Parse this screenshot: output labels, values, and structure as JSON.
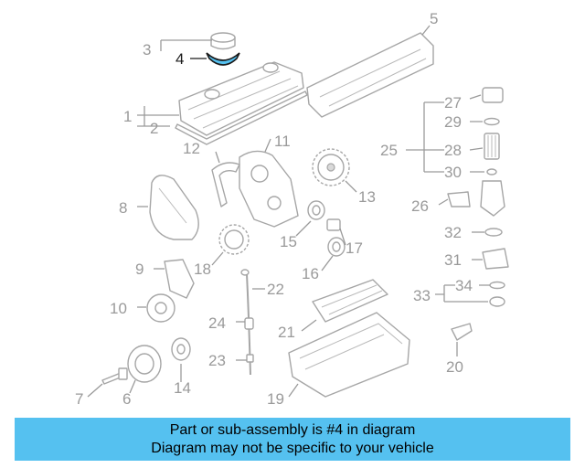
{
  "banner": {
    "line1": "Part or sub-assembly is #4 in diagram",
    "line2": "Diagram may not be specific to your vehicle"
  },
  "highlight_color": "#55c1f0",
  "callouts": {
    "c1": "1",
    "c2": "2",
    "c3": "3",
    "c4": "4",
    "c5": "5",
    "c6": "6",
    "c7": "7",
    "c8": "8",
    "c9": "9",
    "c10": "10",
    "c11": "11",
    "c12": "12",
    "c13": "13",
    "c14": "14",
    "c15": "15",
    "c16": "16",
    "c17": "17",
    "c18": "18",
    "c19": "19",
    "c20": "20",
    "c21": "21",
    "c22": "22",
    "c23": "23",
    "c24": "24",
    "c25": "25",
    "c26": "26",
    "c27": "27",
    "c28": "28",
    "c29": "29",
    "c30": "30",
    "c31": "31",
    "c32": "32",
    "c33": "33",
    "c34": "34"
  },
  "highlighted_part": "4"
}
